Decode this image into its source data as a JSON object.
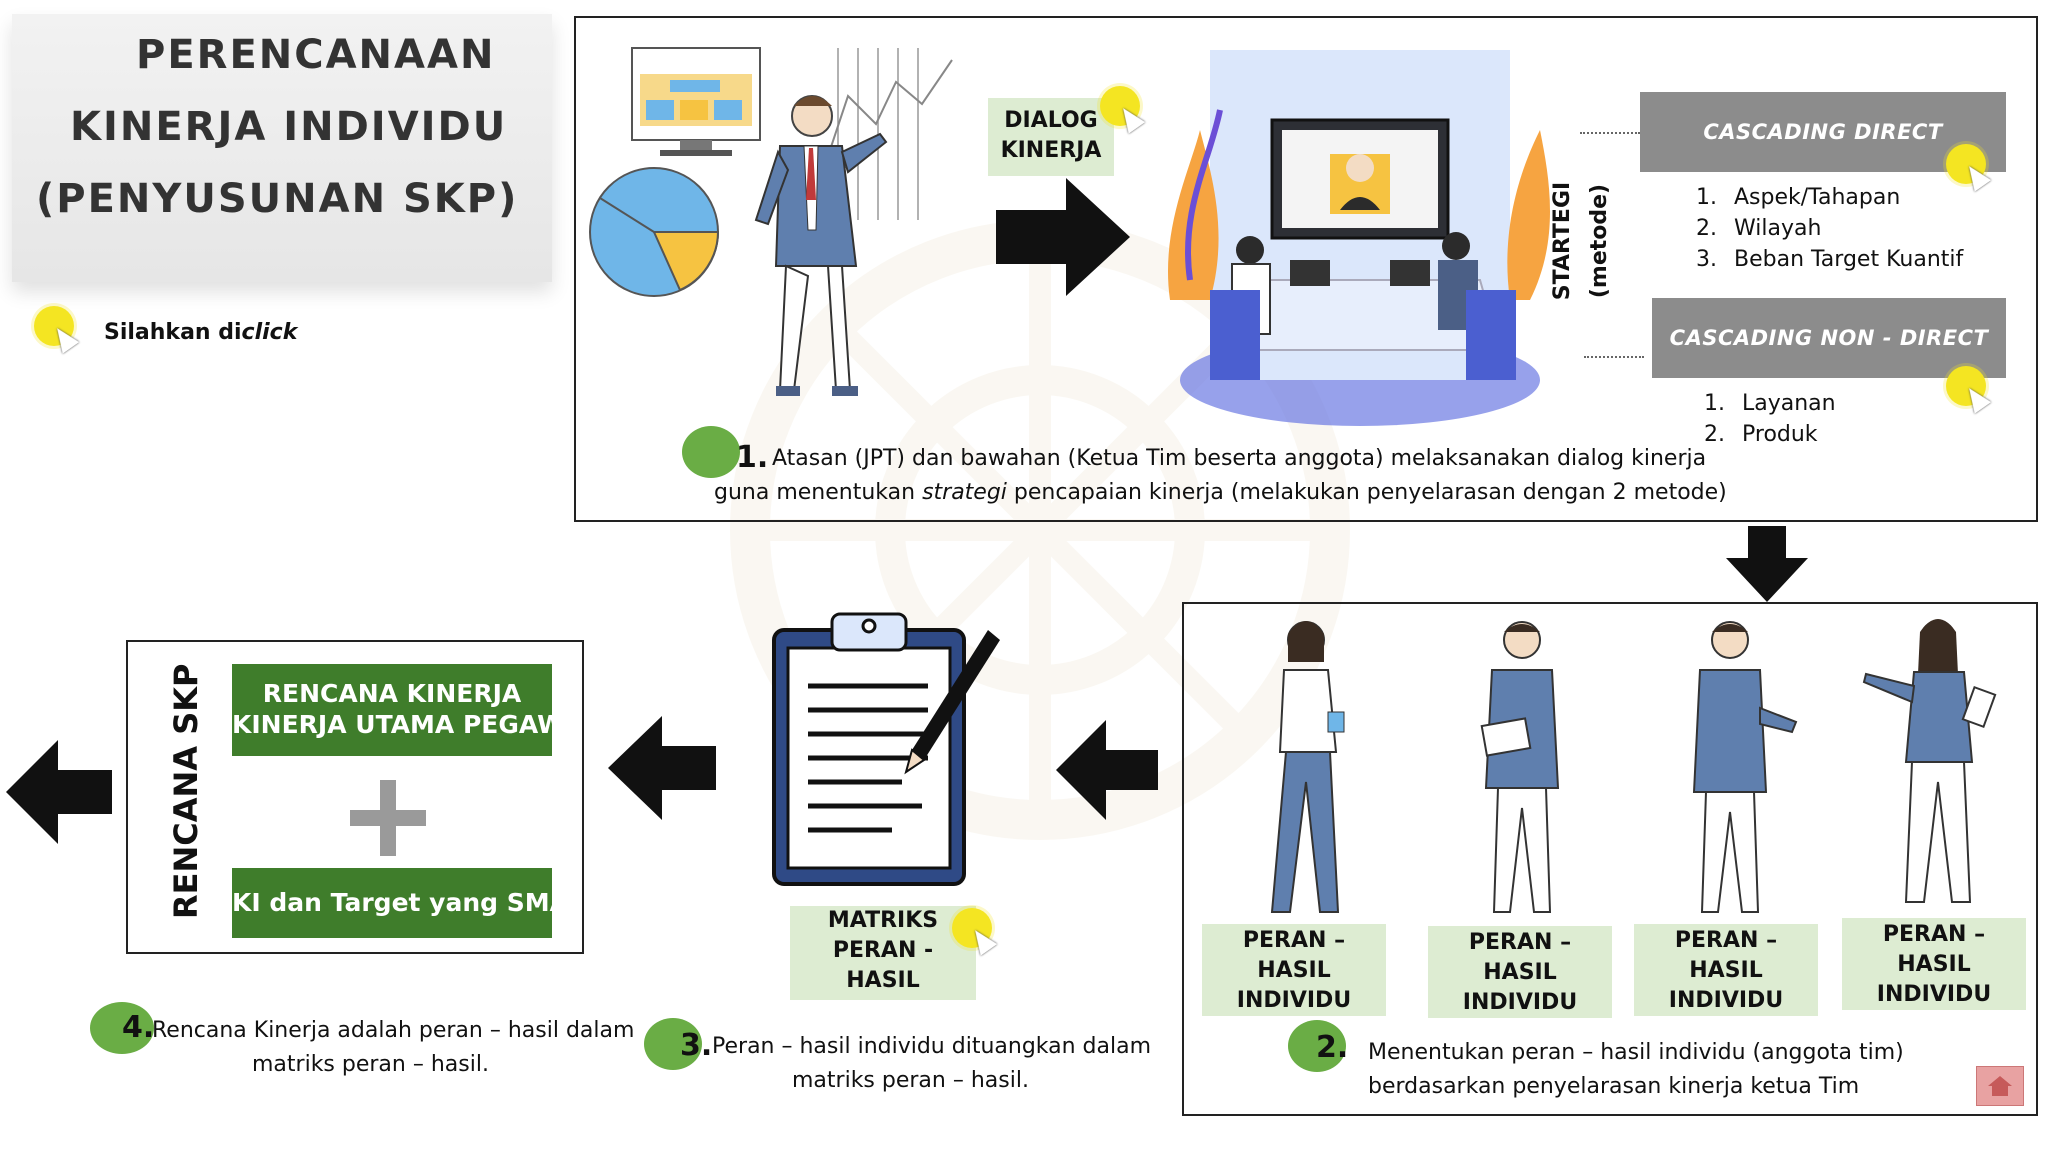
{
  "title": {
    "line1": "PERENCANAAN",
    "line2": "KINERJA INDIVIDU",
    "line3": "(PENYUSUNAN SKP)"
  },
  "click_hint": {
    "prefix": "Silahkan di",
    "emphasis": "click"
  },
  "dialog_label": {
    "line1": "DIALOG",
    "line2": "KINERJA"
  },
  "strategy": {
    "line1": "STARTEGI",
    "line2": "(metode)"
  },
  "cascading_direct": {
    "title": "CASCADING DIRECT",
    "items": [
      "Aspek/Tahapan",
      "Wilayah",
      "Beban Target Kuantif"
    ]
  },
  "cascading_non_direct": {
    "title": "CASCADING NON - DIRECT",
    "items": [
      "Layanan",
      "Produk"
    ]
  },
  "step1": {
    "number": "1.",
    "line1": "Atasan (JPT) dan bawahan (Ketua Tim beserta anggota) melaksanakan dialog kinerja",
    "line2_before": "guna menentukan ",
    "line2_emph": "strategi",
    "line2_after": " pencapaian kinerja  (melakukan penyelarasan dengan 2 metode)"
  },
  "peran_labels": [
    {
      "l1": "PERAN –",
      "l2": "HASIL",
      "l3": "INDIVIDU"
    },
    {
      "l1": "PERAN –",
      "l2": "HASIL",
      "l3": "INDIVIDU"
    },
    {
      "l1": "PERAN –",
      "l2": "HASIL",
      "l3": "INDIVIDU"
    },
    {
      "l1": "PERAN –",
      "l2": "HASIL",
      "l3": "INDIVIDU"
    }
  ],
  "step2": {
    "number": "2.",
    "line1": "Menentukan peran – hasil individu (anggota tim)",
    "line2": "berdasarkan penyelarasan kinerja ketua Tim"
  },
  "matriks_label": {
    "line1": "MATRIKS",
    "line2": "PERAN -",
    "line3": "HASIL"
  },
  "step3": {
    "number": "3.",
    "line1": "Peran – hasil individu dituangkan dalam",
    "line2": "matriks peran – hasil."
  },
  "rencana_skp": {
    "vertical_title": "RENCANA SKP",
    "bar1_line1": "RENCANA KINERJA",
    "bar1_line2": "KINERJA UTAMA PEGAWAI",
    "plus": "+",
    "bar2": "KI dan Target yang SMART"
  },
  "step4": {
    "number": "4.",
    "line1": "Rencana Kinerja adalah peran – hasil dalam",
    "line2": "matriks peran – hasil."
  },
  "colors": {
    "green_dark": "#3f7d2b",
    "green_dot": "#6aad45",
    "green_light": "#ddecd2",
    "grey_band": "#8c8c8c",
    "click_yellow": "#f4e522",
    "suit_blue": "#5f7fae"
  }
}
